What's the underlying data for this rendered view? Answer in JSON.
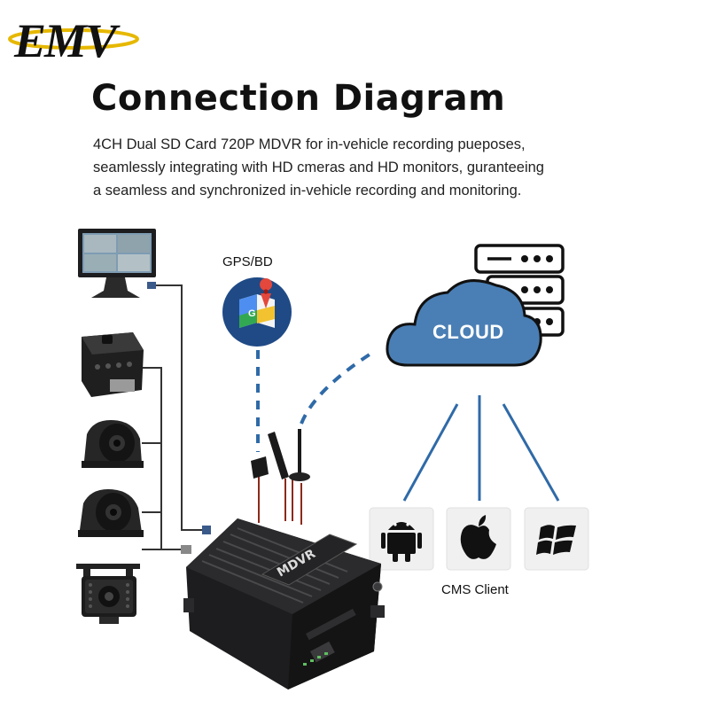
{
  "brand": {
    "logo_text": "EMV"
  },
  "header": {
    "title": "Connection Diagram",
    "description_lines": [
      "4CH Dual SD Card 720P MDVR for in-vehicle recording pueposes,",
      "seamlessly integrating with HD cmeras and HD monitors, guranteeing",
      "a seamless and synchronized in-vehicle recording and monitoring."
    ]
  },
  "nodes": {
    "gps_label": "GPS/BD",
    "cloud_label": "CLOUD",
    "cms_label": "CMS Client",
    "device_label": "MDVR"
  },
  "clients": [
    {
      "name": "android-icon"
    },
    {
      "name": "apple-icon"
    },
    {
      "name": "windows-icon"
    }
  ],
  "colors": {
    "logo_gold": "#e6b800",
    "cloud_blue": "#4a7fb5",
    "link_blue": "#2f6aa8",
    "cable_red": "#8b2a1a",
    "device_black": "#1d1d1f"
  }
}
